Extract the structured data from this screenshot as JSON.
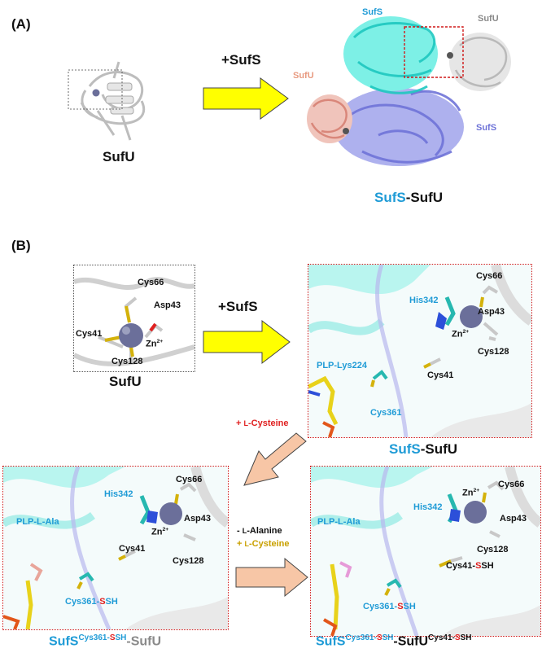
{
  "panelA": {
    "label": "(A)",
    "sufu_caption": "SufU",
    "plus_sufs": "+SufS",
    "label_sufs_top": "SufS",
    "label_sufu_right": "SufU",
    "label_sufu_left": "SufU",
    "label_sufs_bottom": "SufS",
    "complex_caption": {
      "part1": "SufS",
      "part2": "-SufU"
    }
  },
  "panelB": {
    "label": "(B)",
    "plus_sufs": "+SufS",
    "sufu_box": {
      "caption": "SufU",
      "cys66": "Cys66",
      "asp43": "Asp43",
      "cys41": "Cys41",
      "zn": "Zn",
      "zn_sup": "2+",
      "cys128": "Cys128"
    },
    "complex_box": {
      "his342": "His342",
      "cys66": "Cys66",
      "asp43": "Asp43",
      "zn": "Zn",
      "zn_sup": "2+",
      "cys128": "Cys128",
      "plp_lys": "PLP-Lys224",
      "cys41": "Cys41",
      "cys361": "Cys361",
      "caption": {
        "part1": "SufS",
        "part2": "-SufU"
      }
    },
    "plus_lcys": {
      "prefix": "+ ",
      "small_l": "L",
      "rest": "-Cysteine"
    },
    "left_box": {
      "his342": "His342",
      "cys66": "Cys66",
      "zn": "Zn",
      "zn_sup": "2+",
      "asp43": "Asp43",
      "plp": "PLP-L-Ala",
      "cys41": "Cys41",
      "cys128": "Cys128",
      "cys361_a": "Cys361-",
      "cys361_b": "S",
      "cys361_c": "SH",
      "caption": {
        "a": "SufS",
        "sup1": "Cys361-",
        "sup2": "S",
        "sup3": "SH",
        "b": "-SufU"
      }
    },
    "middle_text": {
      "minus": "- ",
      "l1": "L",
      "alanine": "-Alanine",
      "plus": "+ ",
      "l2": "L",
      "cysteine": "-Cysteine"
    },
    "right_box": {
      "his342": "His342",
      "zn": "Zn",
      "zn_sup": "2+",
      "cys66": "Cys66",
      "asp43": "Asp43",
      "plp": "PLP-L-Ala",
      "cys128": "Cys128",
      "cys41_a": "Cys41-",
      "cys41_b": "S",
      "cys41_c": "SH",
      "cys361_a": "Cys361-",
      "cys361_b": "S",
      "cys361_c": "SH",
      "caption": {
        "a": "SufS",
        "sup1": "Cys361-",
        "sup2": "S",
        "sup3": "SH",
        "b": "-SufU",
        "sup4": "Cys41-",
        "sup5": "S",
        "sup6": "SH"
      }
    }
  },
  "colors": {
    "cyan_text": "#1f9bd6",
    "red_text": "#e02020",
    "gold_text": "#c9a000",
    "arrow_yellow": "#ffff00",
    "arrow_peach": "#f7c6a6",
    "sufs_cyan": "#40e0d6",
    "sufs_lavender": "#8d90e6",
    "sufu_salmon": "#e8a59a",
    "sufu_gray": "#d8d8d8",
    "zinc": "#6b6f9a"
  }
}
